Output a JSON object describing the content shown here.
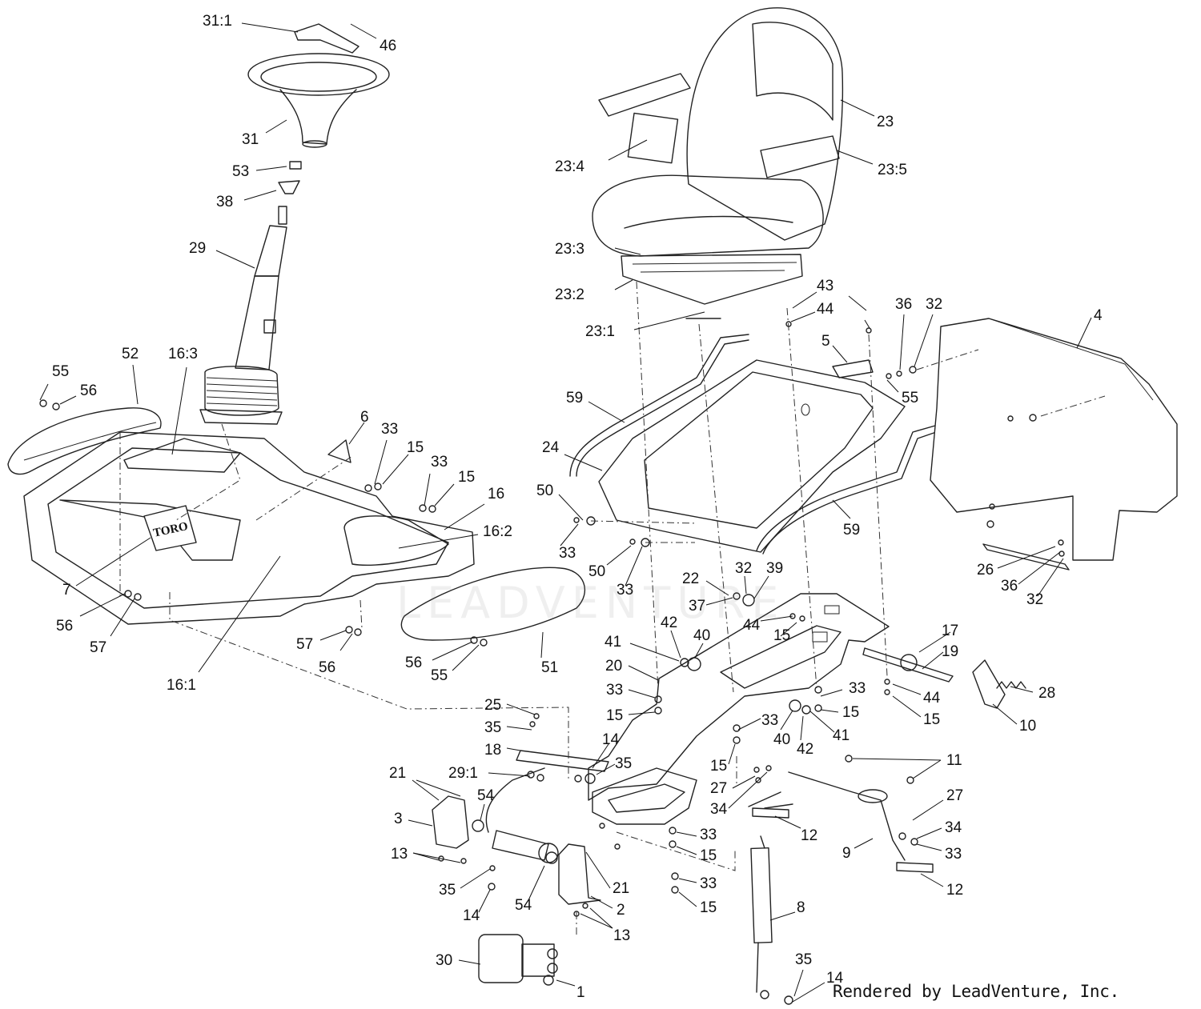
{
  "watermark": "LEADVENTURE",
  "credit": "Rendered by LeadVenture, Inc.",
  "logo_text": "TORO",
  "callouts": [
    "31:1",
    "46",
    "31",
    "53",
    "38",
    "29",
    "52",
    "16:3",
    "55",
    "56",
    "6",
    "33",
    "15",
    "33",
    "15",
    "16",
    "16:2",
    "7",
    "16:1",
    "56",
    "57",
    "57",
    "56",
    "56",
    "55",
    "51",
    "23",
    "23:4",
    "23:5",
    "23:3",
    "23:2",
    "43",
    "44",
    "23:1",
    "36",
    "32",
    "4",
    "5",
    "55",
    "59",
    "24",
    "50",
    "33",
    "50",
    "33",
    "59",
    "22",
    "32",
    "39",
    "37",
    "44",
    "15",
    "42",
    "40",
    "41",
    "20",
    "33",
    "15",
    "33",
    "15",
    "33",
    "40",
    "42",
    "41",
    "15",
    "17",
    "19",
    "28",
    "44",
    "15",
    "10",
    "26",
    "36",
    "32",
    "25",
    "35",
    "18",
    "14",
    "35",
    "29:1",
    "21",
    "54",
    "3",
    "13",
    "35",
    "14",
    "54",
    "21",
    "2",
    "13",
    "30",
    "1",
    "11",
    "27",
    "34",
    "12",
    "33",
    "15",
    "33",
    "15",
    "8",
    "35",
    "14",
    "9",
    "27",
    "34",
    "33",
    "12"
  ]
}
